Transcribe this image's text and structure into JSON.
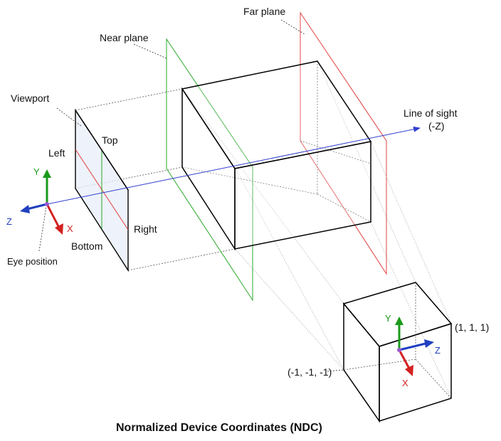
{
  "labels": {
    "far_plane": "Far plane",
    "near_plane": "Near plane",
    "viewport": "Viewport",
    "top": "Top",
    "left": "Left",
    "right": "Right",
    "bottom": "Bottom",
    "line_of_sight": "Line of sight",
    "line_of_sight_axis": "(-Z)",
    "eye_position": "Eye position",
    "ndc_max": "(1, 1, 1)",
    "ndc_min": "(-1, -1, -1)",
    "title": "Normalized Device Coordinates (NDC)"
  },
  "axes": {
    "x": "X",
    "y": "Y",
    "z": "Z"
  },
  "colors": {
    "x_axis": "#d42020",
    "y_axis": "#1a9a1a",
    "z_axis": "#2040c0",
    "near_plane": "#2aa82a",
    "far_plane": "#e04040",
    "line_of_sight": "#2f3fd0",
    "eye_point": "#9a5ad0"
  }
}
